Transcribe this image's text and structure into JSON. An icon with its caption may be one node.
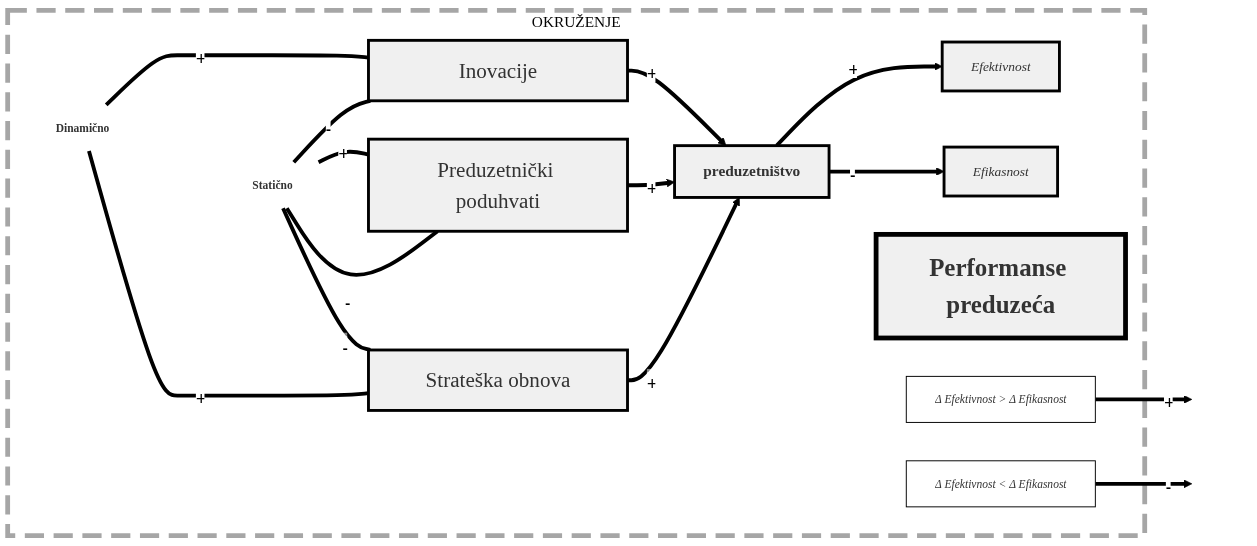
{
  "diagram": {
    "nodes": [
      {
        "text": [
          "OKRUŽENJE"
        ]
      },
      {
        "text": [
          "Inovacije"
        ],
        "in": 0
      },
      {
        "text": [
          "Preduzetnički poduhvati"
        ],
        "in": 0
      },
      {
        "text": [
          "Strateška obnova"
        ],
        "in": 0
      },
      {
        "text": [
          "preduzetništvo"
        ],
        "in": 0
      },
      {
        "text": [
          "Efektivnost"
        ],
        "in": 0
      },
      {
        "text": [
          "Efikasnost"
        ],
        "in": 0
      },
      {
        "text": [
          "Performanse preduzeća"
        ],
        "in": 0
      },
      {
        "text": [
          "Δ Efektivnost > Δ Efikasnost"
        ],
        "in": 0
      },
      {
        "text": [
          "Δ Efektivnost < Δ Efikasnost"
        ],
        "in": 0
      },
      {
        "text": [
          "Dinamično"
        ],
        "in": 0
      },
      {
        "text": [
          "Statično"
        ],
        "in": 0
      }
    ],
    "edges": [
      {
        "from": 10,
        "to": 1,
        "arrow": "none",
        "label": "+"
      },
      {
        "from": 11,
        "to": 1,
        "arrow": "none",
        "label": "-"
      },
      {
        "from": 11,
        "to": 2,
        "arrow": "none",
        "label": "+"
      },
      {
        "from": 11,
        "to": 2,
        "arrow": "none",
        "label": "-"
      },
      {
        "from": 11,
        "to": 3,
        "arrow": "none",
        "label": "-"
      },
      {
        "from": 10,
        "to": 3,
        "arrow": "none",
        "label": "+"
      },
      {
        "from": 1,
        "to": 4,
        "arrow": "to",
        "label": "+"
      },
      {
        "from": 2,
        "to": 4,
        "arrow": "to",
        "label": "+"
      },
      {
        "from": 3,
        "to": 4,
        "arrow": "to",
        "label": "+"
      },
      {
        "from": 4,
        "to": 5,
        "arrow": "to",
        "label": "+"
      },
      {
        "from": 4,
        "to": 6,
        "arrow": "to",
        "label": "-"
      },
      {
        "from": 8,
        "to": null,
        "arrow": "to",
        "label": "+"
      },
      {
        "from": 9,
        "to": null,
        "arrow": "to",
        "label": "-"
      }
    ]
  }
}
